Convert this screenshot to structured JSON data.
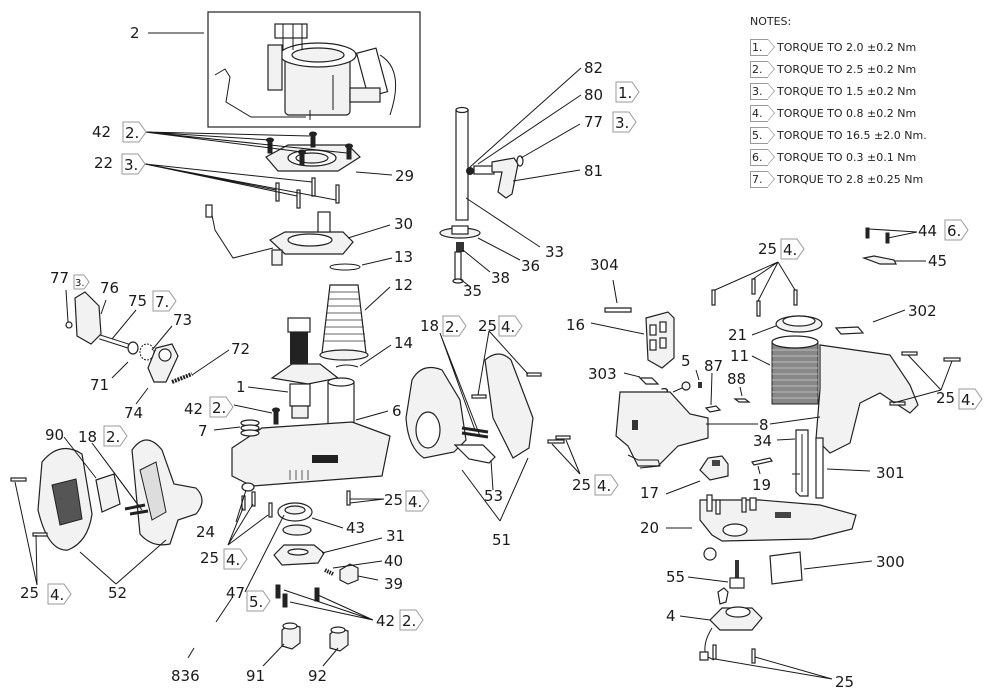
{
  "title": "Exploded parts diagram",
  "notes": {
    "heading": "NOTES:",
    "items": [
      {
        "tag": "1.",
        "text": "TORQUE TO 2.0 ±0.2 Nm"
      },
      {
        "tag": "2.",
        "text": "TORQUE TO 2.5 ±0.2 Nm"
      },
      {
        "tag": "3.",
        "text": "TORQUE TO 1.5 ±0.2 Nm"
      },
      {
        "tag": "4.",
        "text": "TORQUE TO 0.8 ±0.2 Nm"
      },
      {
        "tag": "5.",
        "text": "TORQUE TO 16.5 ±2.0 Nm."
      },
      {
        "tag": "6.",
        "text": "TORQUE TO 0.3 ±0.1 Nm"
      },
      {
        "tag": "7.",
        "text": "TORQUE TO 2.8 ±0.25 Nm"
      }
    ]
  },
  "callouts": {
    "p2": "2",
    "p42a": "42",
    "p22": "22",
    "p29": "29",
    "p30": "30",
    "p13": "13",
    "p12": "12",
    "p14": "14",
    "p82": "82",
    "p80": "80",
    "p77a": "77",
    "p81": "81",
    "p33": "33",
    "p36": "36",
    "p38": "38",
    "p35": "35",
    "p77b": "77",
    "p76": "76",
    "p75": "75",
    "p73": "73",
    "p72": "72",
    "p71": "71",
    "p74": "74",
    "p1": "1",
    "p42b": "42",
    "p7": "7",
    "p6": "6",
    "p90": "90",
    "p18a": "18",
    "p25a": "25",
    "p52": "52",
    "p24": "24",
    "p25b": "25",
    "p25c": "25",
    "p43": "43",
    "p31": "31",
    "p40": "40",
    "p39": "39",
    "p47": "47",
    "p42c": "42",
    "p836": "836",
    "p91": "91",
    "p92": "92",
    "p18b": "18",
    "p25d": "25",
    "p53": "53",
    "p51": "51",
    "p25e": "25",
    "p304": "304",
    "p16": "16",
    "p303": "303",
    "p5": "5",
    "p3": "3",
    "p87": "87",
    "p88": "88",
    "p8": "8",
    "p25f": "25",
    "p21": "21",
    "p11": "11",
    "p302": "302",
    "p44": "44",
    "p45": "45",
    "p25g": "25",
    "p34": "34",
    "p301": "301",
    "p17": "17",
    "p19": "19",
    "p20": "20",
    "p300": "300",
    "p55": "55",
    "p4": "4",
    "p25h": "25"
  },
  "torque_tags": {
    "t42a": "2.",
    "t22": "3.",
    "t80": "1.",
    "t77a": "3.",
    "t77b": "3.",
    "t75": "7.",
    "t42b": "2.",
    "t18a": "2.",
    "t25a": "4.",
    "t25b": "4.",
    "t25c": "4.",
    "t47": "5.",
    "t42c": "2.",
    "t18b": "2.",
    "t25d": "4.",
    "t25e": "4.",
    "t25f": "4.",
    "t44": "6.",
    "t25g": "4."
  }
}
